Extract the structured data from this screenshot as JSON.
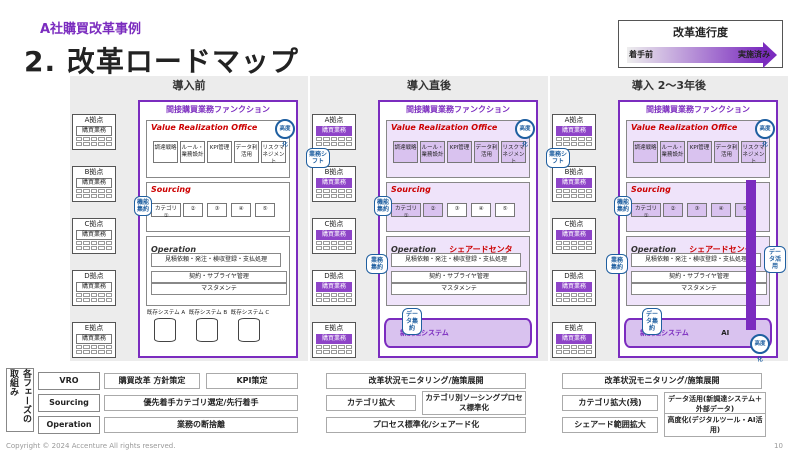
{
  "header": {
    "subtitle": "A社購買改革事例",
    "title": "2. 改革ロードマップ"
  },
  "legend": {
    "title": "改革進行度",
    "left": "着手前",
    "right": "実施済み"
  },
  "phases": [
    {
      "title": "導入前"
    },
    {
      "title": "導入直後"
    },
    {
      "title": "導入 2〜3年後"
    }
  ],
  "sites": [
    {
      "name": "A拠点",
      "dept": "購買業務"
    },
    {
      "name": "B拠点",
      "dept": "購買業務"
    },
    {
      "name": "C拠点",
      "dept": "購買業務"
    },
    {
      "name": "D拠点",
      "dept": "購買業務"
    },
    {
      "name": "E拠点",
      "dept": "購買業務"
    }
  ],
  "func": {
    "title": "間接購買業務ファンクション",
    "vro": "Value Realization Office",
    "sourcing": "Sourcing",
    "operation": "Operation",
    "ssc": "シェアードセンタ",
    "vro_cells": [
      "調達戦略",
      "ルール・業務設計",
      "KPI管理",
      "データ利活用",
      "リスクマネジメント"
    ],
    "sourcing_cells": [
      "カテゴリ ①",
      "②",
      "③",
      "④",
      "⑤"
    ],
    "op_flow": "見積依頼・発注・検収登録・支払処理",
    "op_supplier": "契約・サプライヤ管理",
    "op_master": "マスタメンテ",
    "systems": [
      "既存システム A",
      "既存システム B",
      "既存システム C"
    ],
    "new_sys": "新調達システム",
    "ai": "AI"
  },
  "badges": {
    "taka": "高度化",
    "shuyaku": "機能集約",
    "kyoten_shift": "業務シフト",
    "gyomu_shuyaku": "業務集約",
    "data_yaku": "データ集約",
    "data_katsuyo": "データ活用"
  },
  "axis": "各フェーズの取組み",
  "rows": [
    {
      "label": "VRO",
      "p1": [
        "購買改革 方針策定",
        "KPI策定"
      ],
      "p2": [
        "改革状況モニタリング/施策展開"
      ],
      "p3": [
        "改革状況モニタリング/施策展開"
      ]
    },
    {
      "label": "Sourcing",
      "p1": [
        "優先着手カテゴリ選定/先行着手"
      ],
      "p2": [
        "カテゴリ拡大",
        "カテゴリ別ソーシングプロセス標準化"
      ],
      "p3": [
        "カテゴリ拡大(残)",
        "データ活用(新調達システム＋外部データ)"
      ]
    },
    {
      "label": "Operation",
      "p1": [
        "業務の断捨離"
      ],
      "p2": [
        "プロセス標準化/シェアード化"
      ],
      "p3": [
        "シェアード範囲拡大",
        "高度化(デジタルツール・AI活用)"
      ]
    }
  ],
  "footer": {
    "copyright": "Copyright © 2024 Accenture  All rights reserved.",
    "page": "10"
  }
}
